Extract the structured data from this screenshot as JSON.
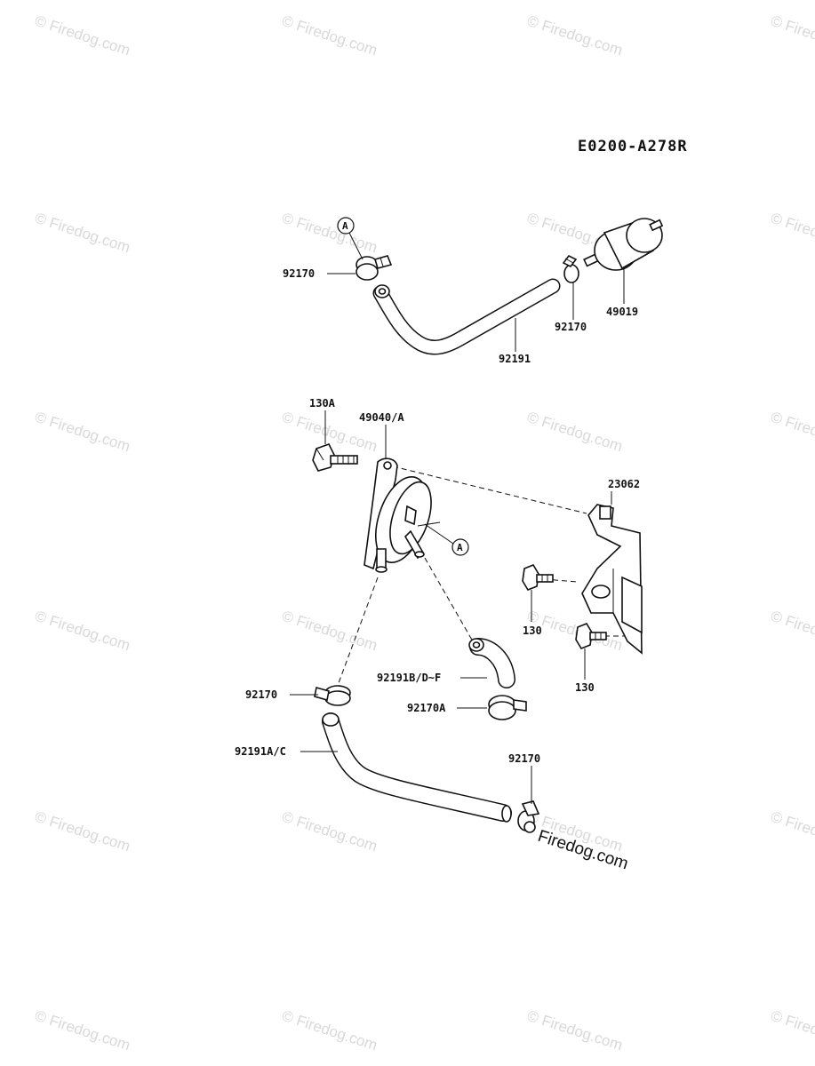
{
  "diagram_code": "E0200-A278R",
  "brand": "Firedog.com",
  "watermark": "© Firedog.com",
  "callout_letter": "A",
  "labels": {
    "top_clamp_left": "92170",
    "top_clamp_right": "92170",
    "fuel_filter": "49019",
    "top_hose": "92191",
    "bolt_130a": "130A",
    "fuel_pump": "49040/A",
    "bracket": "23062",
    "bolt_130_upper": "130",
    "bolt_130_lower": "130",
    "clamp_left": "92170",
    "elbow_hose": "92191B/D~F",
    "clamp_92170a": "92170A",
    "long_hose": "92191A/C",
    "clamp_bottom": "92170"
  }
}
